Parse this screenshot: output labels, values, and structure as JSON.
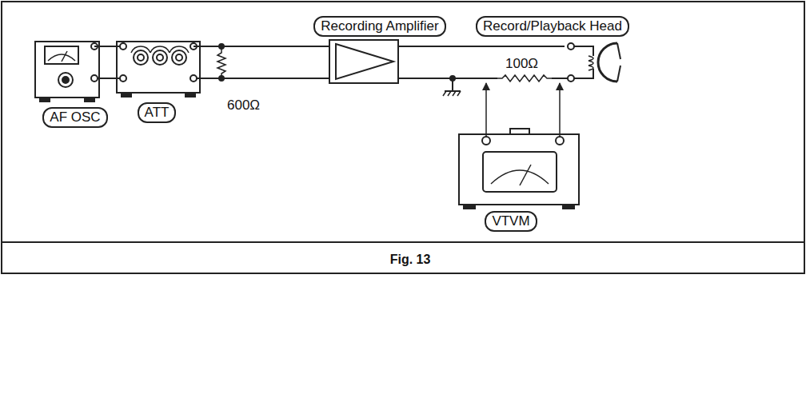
{
  "diagram": {
    "nodes": [
      {
        "text": [
          "AF OSC"
        ]
      },
      {
        "text": [
          "ATT"
        ]
      },
      {
        "text": [
          "Recording Amplifier"
        ]
      },
      {
        "text": [
          "Record/Playback Head"
        ]
      },
      {
        "text": [
          "VTVM"
        ]
      }
    ],
    "edges": [
      {
        "from": 0,
        "to": 1,
        "arrow": "none"
      },
      {
        "from": 1,
        "to": 2,
        "arrow": "none"
      },
      {
        "from": 2,
        "to": 3,
        "arrow": "none"
      }
    ],
    "labels": [
      "600Ω",
      "100Ω",
      "Fig. 13"
    ]
  }
}
